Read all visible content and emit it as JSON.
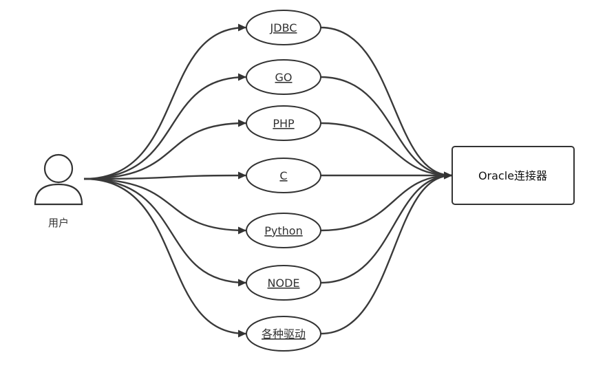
{
  "user": {
    "label": "用户",
    "icon": "user-icon"
  },
  "target": {
    "label": "Oracle连接器"
  },
  "drivers": [
    {
      "label": "JDBC"
    },
    {
      "label": "GO"
    },
    {
      "label": "PHP"
    },
    {
      "label": "C"
    },
    {
      "label": "Python"
    },
    {
      "label": "NODE"
    },
    {
      "label": "各种驱动"
    }
  ],
  "colors": {
    "stroke": "#333333",
    "background": "#ffffff"
  }
}
